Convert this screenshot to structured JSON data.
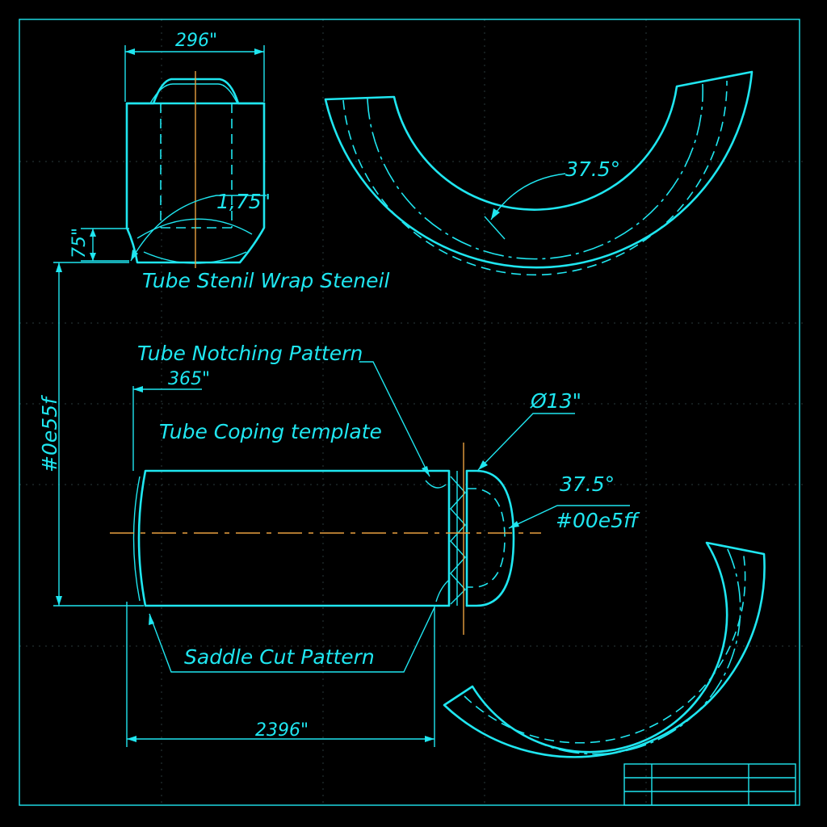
{
  "labels": {
    "wrap_stencil": "Tube Stenil Wrap Steneil",
    "notching_pattern": "Tube Notching Pattern",
    "coping_template": "Tube Coping template",
    "saddle_cut": "Saddle Cut Pattern"
  },
  "dimensions": {
    "top_width": "296\"",
    "top_radius": "1,75\"",
    "top_height": "75\"",
    "arc_top_angle": "37.5°",
    "tube_offset": "365\"",
    "diameter": "Ø13\"",
    "tube_angle": "37.5°",
    "tube_color_code": "#00e5ff",
    "vertical_dim": "#0e55f",
    "bottom_length": "2396\""
  }
}
